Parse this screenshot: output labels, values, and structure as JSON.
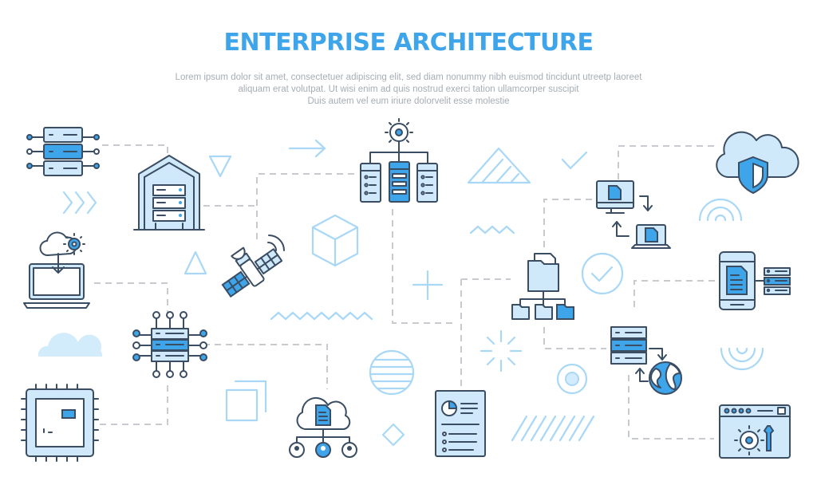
{
  "header": {
    "title": "ENTERPRISE ARCHITECTURE",
    "subtitle_lines": [
      "Lorem ipsum dolor sit amet, consectetuer adipiscing elit, sed diam nonummy nibh euismod tincidunt utreetp laoreet",
      "aliquam erat volutpat. Ut wisi enim ad  quis nostrud exerci tation ullamcorper suscipit",
      "Duis autem vel eum iriure dolorvelit esse molestie"
    ]
  },
  "colors": {
    "accent": "#3fa5eb",
    "light_fill": "#cfe8fa",
    "stroke": "#3a4d63",
    "connector": "#c7cbd0",
    "decoration": "#a9d8f7"
  },
  "icons": [
    "server-network-icon",
    "data-center-icon",
    "settings-hierarchy-icon",
    "cloud-security-icon",
    "cloud-laptop-settings-icon",
    "satellite-icon",
    "computer-laptop-transfer-icon",
    "folder-hierarchy-icon",
    "mobile-server-icon",
    "network-server-icon",
    "server-globe-icon",
    "microchip-icon",
    "cloud-document-users-icon",
    "report-document-icon",
    "browser-settings-icon"
  ]
}
